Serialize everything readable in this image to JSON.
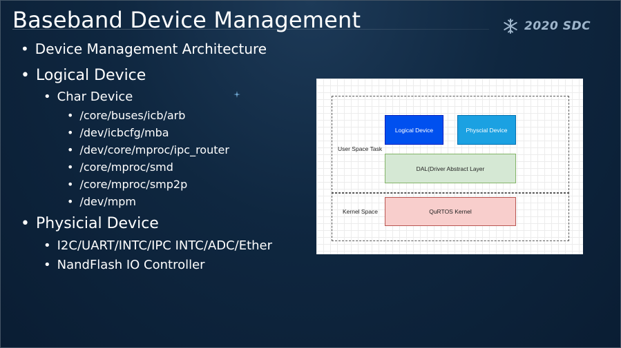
{
  "slide": {
    "title": "Baseband Device Management",
    "logo_text": "2020 SDC",
    "logo_icon": "snowflake-icon"
  },
  "bullets": {
    "architecture": "Device Management Architecture",
    "logical": "Logical Device",
    "char_device": "Char Device",
    "char_items": [
      "/core/buses/icb/arb",
      "/dev/icbcfg/mba",
      "/dev/core/mproc/ipc_router",
      "/core/mproc/smd",
      "/core/mproc/smp2p",
      "/dev/mpm"
    ],
    "physical": "Physicial Device",
    "physical_items": [
      "I2C/UART/INTC/IPC INTC/ADC/Ether",
      "NandFlash IO Controller"
    ]
  },
  "diagram": {
    "user_space_label": "User Space Task",
    "kernel_space_label": "Kernel Space",
    "logical_device": "Logical Device",
    "physical_device": "Physcial Device",
    "dal": "DAL(Driver Abstract Layer",
    "kernel": "QuRTOS Kernel",
    "colors": {
      "logical_fill": "#0050ef",
      "physical_fill": "#1ba1e2",
      "dal_fill": "#d5e8d4",
      "dal_stroke": "#82b366",
      "kernel_fill": "#f8cecc",
      "kernel_stroke": "#b85450"
    }
  }
}
